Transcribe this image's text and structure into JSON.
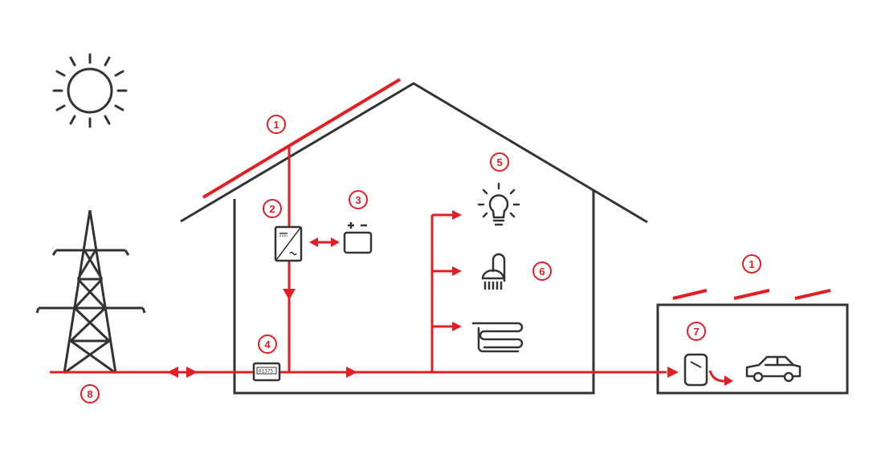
{
  "colors": {
    "accent": "#e31e24",
    "outline": "#333333",
    "background": "#ffffff"
  },
  "markers": [
    {
      "id": "1",
      "label": "1",
      "role": "solar-panels-house"
    },
    {
      "id": "2",
      "label": "2",
      "role": "inverter"
    },
    {
      "id": "3",
      "label": "3",
      "role": "battery"
    },
    {
      "id": "4",
      "label": "4",
      "role": "energy-meter"
    },
    {
      "id": "5",
      "label": "5",
      "role": "lighting"
    },
    {
      "id": "6",
      "label": "6",
      "role": "hot-water"
    },
    {
      "id": "7",
      "label": "7",
      "role": "ev-charger"
    },
    {
      "id": "8",
      "label": "8",
      "role": "power-grid"
    },
    {
      "id": "1b",
      "label": "1",
      "role": "solar-panels-garage"
    }
  ],
  "meter": {
    "reading": "01375"
  },
  "icons": [
    "sun-icon",
    "power-pylon-icon",
    "inverter-icon",
    "battery-icon",
    "meter-icon",
    "light-bulb-icon",
    "shower-icon",
    "floor-heating-icon",
    "wallbox-icon",
    "car-icon"
  ]
}
